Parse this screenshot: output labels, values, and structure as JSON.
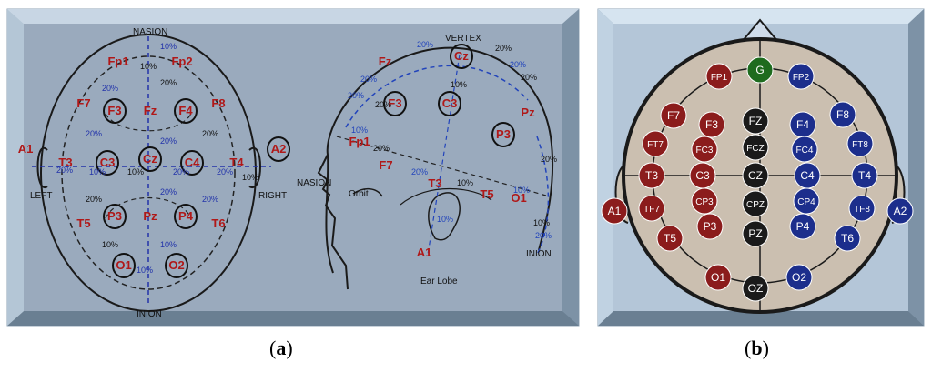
{
  "captions": {
    "a": "a",
    "b": "b"
  },
  "panel_a": {
    "top_view": {
      "nasion": "NASION",
      "inion": "INION",
      "left": "LEFT",
      "right": "RIGHT",
      "electrodes": [
        "Fp1",
        "Fp2",
        "F7",
        "F3",
        "Fz",
        "F4",
        "F8",
        "A1",
        "T3",
        "C3",
        "Cz",
        "C4",
        "T4",
        "A2",
        "T5",
        "P3",
        "Pz",
        "P4",
        "T6",
        "O1",
        "O2"
      ],
      "percent_labels": [
        "10%",
        "10%",
        "20%",
        "20%",
        "20%",
        "20%",
        "20%",
        "20%",
        "10%",
        "10%",
        "20%",
        "20%",
        "20%",
        "20%",
        "20%",
        "10%",
        "10%",
        "10%",
        "10%"
      ]
    },
    "side_view": {
      "vertex": "VERTEX",
      "nasion": "NASION",
      "inion": "INION",
      "orbit": "Orbit",
      "ear_lobe": "Ear Lobe",
      "electrodes": [
        "Cz",
        "Fz",
        "Pz",
        "F3",
        "C3",
        "P3",
        "Fp1",
        "F7",
        "T3",
        "T5",
        "O1",
        "A1"
      ],
      "percent_labels": [
        "20%",
        "20%",
        "20%",
        "20%",
        "20%",
        "20%",
        "10%",
        "20%",
        "20%",
        "10%",
        "10%",
        "10%",
        "20%",
        "10%",
        "10%",
        "20%",
        "20%"
      ]
    }
  },
  "panel_b": {
    "colors": {
      "red": "#8b1c1c",
      "blue": "#1c2e8c",
      "black": "#1a1a1a",
      "green": "#1e6b1e"
    },
    "electrodes": [
      {
        "label": "G",
        "color": "green"
      },
      {
        "label": "FP1",
        "color": "red"
      },
      {
        "label": "FP2",
        "color": "blue"
      },
      {
        "label": "F7",
        "color": "red"
      },
      {
        "label": "F3",
        "color": "red"
      },
      {
        "label": "FZ",
        "color": "black"
      },
      {
        "label": "F4",
        "color": "blue"
      },
      {
        "label": "F8",
        "color": "blue"
      },
      {
        "label": "FT7",
        "color": "red"
      },
      {
        "label": "FC3",
        "color": "red"
      },
      {
        "label": "FCZ",
        "color": "black"
      },
      {
        "label": "FC4",
        "color": "blue"
      },
      {
        "label": "FT8",
        "color": "blue"
      },
      {
        "label": "T3",
        "color": "red"
      },
      {
        "label": "C3",
        "color": "red"
      },
      {
        "label": "CZ",
        "color": "black"
      },
      {
        "label": "C4",
        "color": "blue"
      },
      {
        "label": "T4",
        "color": "blue"
      },
      {
        "label": "A1",
        "color": "red"
      },
      {
        "label": "TF7",
        "color": "red"
      },
      {
        "label": "CP3",
        "color": "red"
      },
      {
        "label": "CPZ",
        "color": "black"
      },
      {
        "label": "CP4",
        "color": "blue"
      },
      {
        "label": "TF8",
        "color": "blue"
      },
      {
        "label": "A2",
        "color": "blue"
      },
      {
        "label": "P3",
        "color": "red"
      },
      {
        "label": "PZ",
        "color": "black"
      },
      {
        "label": "P4",
        "color": "blue"
      },
      {
        "label": "T5",
        "color": "red"
      },
      {
        "label": "T6",
        "color": "blue"
      },
      {
        "label": "O1",
        "color": "red"
      },
      {
        "label": "OZ",
        "color": "black"
      },
      {
        "label": "O2",
        "color": "blue"
      }
    ]
  }
}
